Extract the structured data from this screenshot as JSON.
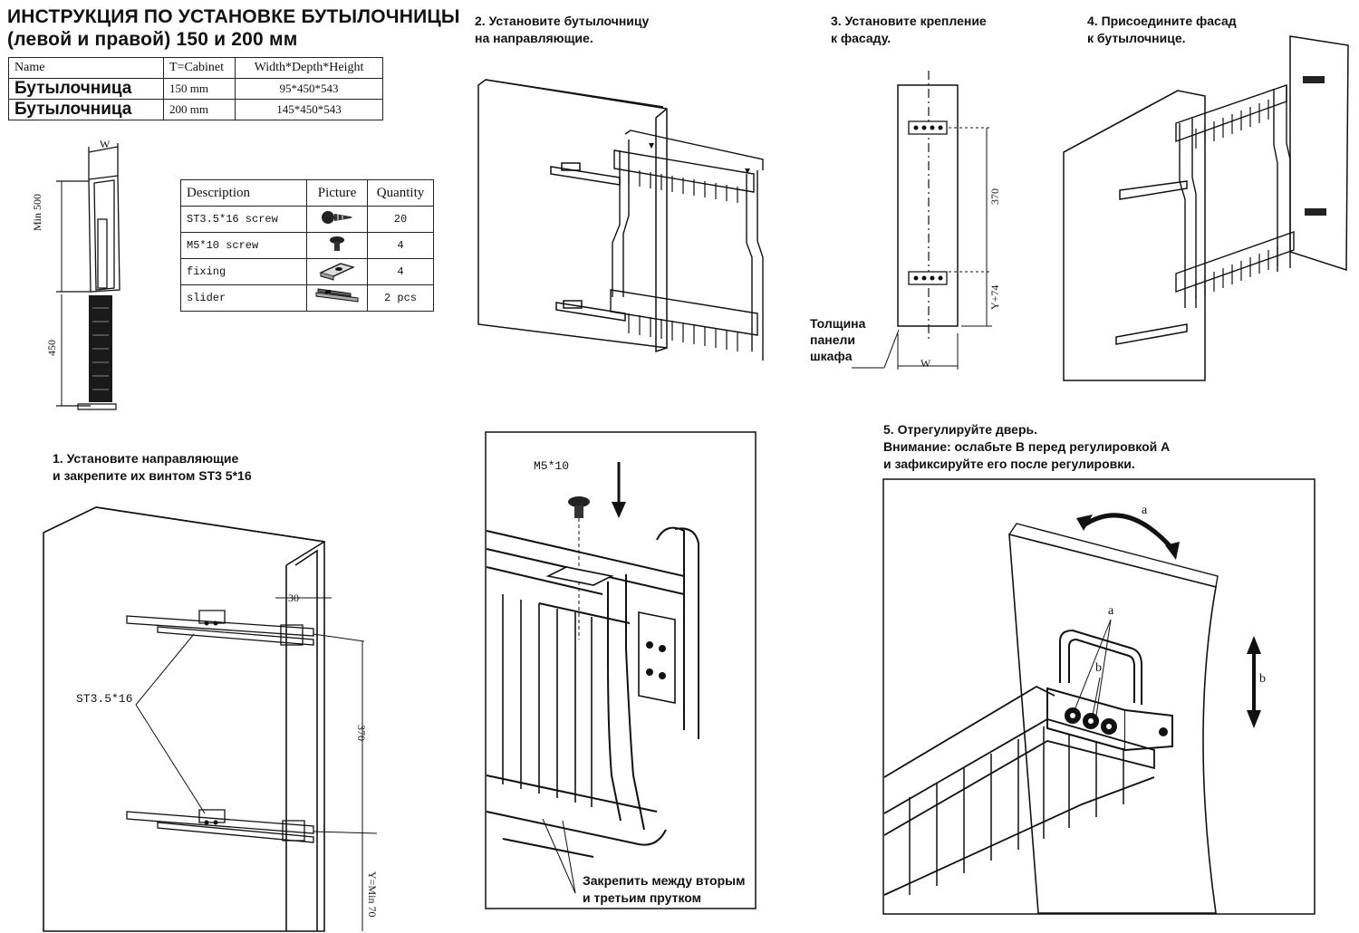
{
  "title": {
    "line1": "ИНСТРУКЦИЯ ПО УСТАНОВКЕ БУТЫЛОЧНИЦЫ",
    "line2": "(левой и правой) 150 и 200 мм"
  },
  "spec_table": {
    "headers": [
      "Name",
      "T=Cabinet",
      "Width*Depth*Height"
    ],
    "rows": [
      [
        "Бутылочница",
        "150 mm",
        "95*450*543"
      ],
      [
        "Бутылочница",
        "200 mm",
        "145*450*543"
      ]
    ]
  },
  "parts_table": {
    "headers": [
      "Description",
      "Picture",
      "Quantity"
    ],
    "rows": [
      {
        "description": "ST3.5*16 screw",
        "icon": "screw-icon",
        "quantity": "20"
      },
      {
        "description": "M5*10 screw",
        "icon": "bolt-icon",
        "quantity": "4"
      },
      {
        "description": "fixing",
        "icon": "fixing-bracket-icon",
        "quantity": "4"
      },
      {
        "description": "slider",
        "icon": "slider-rail-icon",
        "quantity": "2 pcs"
      }
    ]
  },
  "side_diagram": {
    "width_label": "W",
    "min_label": "Min 500",
    "depth_label": "450"
  },
  "steps": {
    "step1": {
      "line1": "1. Установите направляющие",
      "line2": "и закрепите их винтом ST3 5*16"
    },
    "step2": {
      "line1": "2. Установите бутылочницу",
      "line2": "на направляющие."
    },
    "step3": {
      "line1": "3. Установите крепление",
      "line2": "к фасаду."
    },
    "step4": {
      "line1": "4. Присоедините фасад",
      "line2": "к бутылочнице."
    },
    "step5": {
      "line1": "5. Отрегулируйте дверь.",
      "line2": "Внимание: ослабьте В перед регулировкой А",
      "line3": "и зафиксируйте его после регулировки."
    }
  },
  "step1_diagram": {
    "dim_30": "30",
    "dim_370": "370",
    "dim_bottom": "Y=Min 70",
    "screw_label": "ST3.5*16"
  },
  "step3_diagram": {
    "dim_370": "370",
    "dim_y74": "Y+74",
    "w_label": "W",
    "panel_line1": "Толщина",
    "panel_line2": "панели",
    "panel_line3": "шкафа"
  },
  "detail_diagram": {
    "bolt_label": "M5*10",
    "note_line1": "Закрепить между вторым",
    "note_line2": "и третьим прутком"
  },
  "step5_diagram": {
    "a_top": "a",
    "a_mid": "a",
    "b_mid": "b",
    "b_side": "b"
  }
}
